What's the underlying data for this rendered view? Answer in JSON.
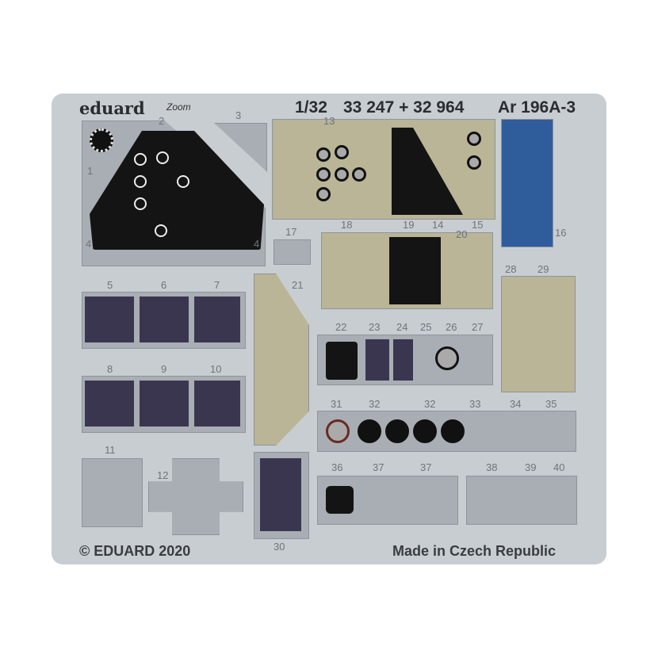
{
  "header": {
    "brand": "eduard",
    "logo_mark": "Zoom",
    "scale": "1/32",
    "set_numbers": "33 247 + 32 964",
    "model": "Ar 196A-3"
  },
  "footer": {
    "copyright": "© EDUARD 2020",
    "origin": "Made in Czech Republic"
  },
  "part_numbers": [
    "1",
    "2",
    "3",
    "4",
    "4",
    "5",
    "6",
    "7",
    "8",
    "9",
    "10",
    "11",
    "12",
    "13",
    "14",
    "15",
    "16",
    "17",
    "18",
    "19",
    "20",
    "21",
    "22",
    "23",
    "24",
    "25",
    "26",
    "27",
    "28",
    "29",
    "30",
    "31",
    "32",
    "32",
    "33",
    "34",
    "35",
    "36",
    "37",
    "37",
    "38",
    "39",
    "40"
  ],
  "colors": {
    "fret": "#c8cdd2",
    "frame": "#a9aeb4",
    "panel_black": "#141414",
    "panel_tan": "#b9b596",
    "panel_purple": "#3b3650",
    "map_blue": "#2f5d9c"
  }
}
